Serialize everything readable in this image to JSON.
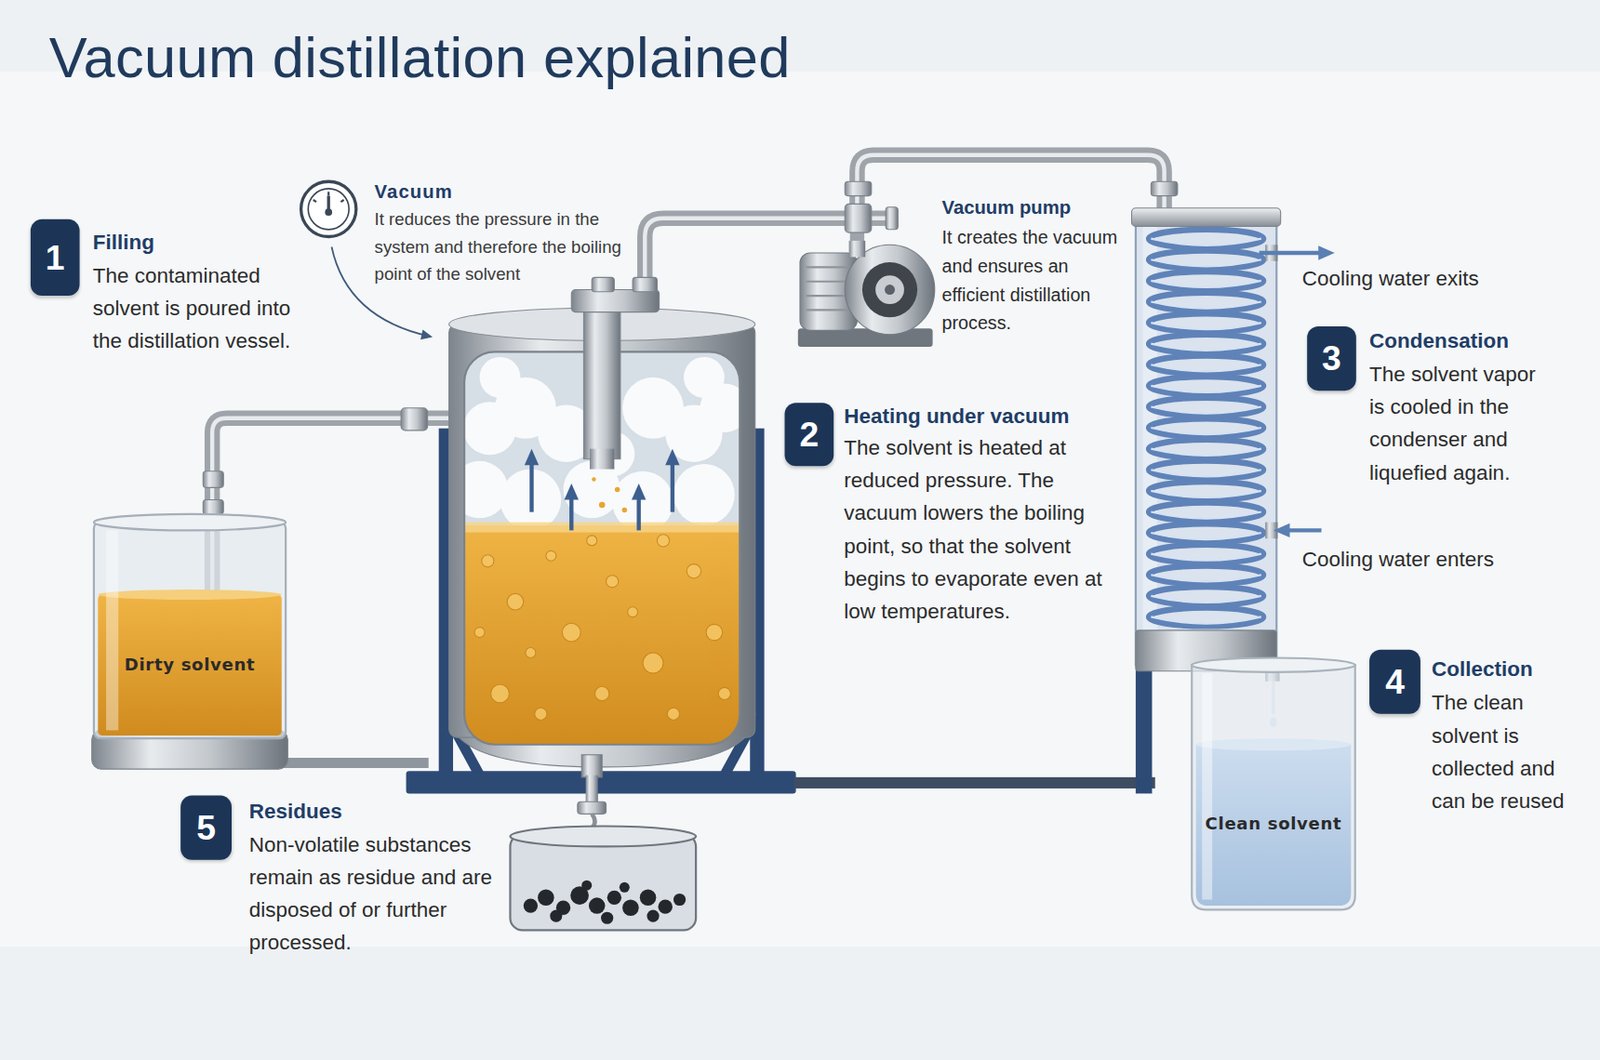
{
  "diagram": {
    "title": "Vacuum distillation explained",
    "nodes": [
      {
        "text": [
          "1"
        ]
      },
      {
        "text": [
          "2"
        ]
      },
      {
        "text": [
          "3"
        ]
      },
      {
        "text": [
          "4"
        ]
      },
      {
        "text": [
          "5"
        ]
      },
      {
        "text": [
          "Dirty solvent"
        ]
      },
      {
        "text": [
          "Clean solvent"
        ]
      }
    ],
    "labels": [
      "Filling",
      "The contaminated solvent is poured into the distillation vessel.",
      "Vacuum",
      "It reduces the pressure in the system and therefore the boiling point of the solvent",
      "Vacuum pump",
      "It creates the vacuum and ensures an efficient distillation process.",
      "Heating under vacuum",
      "The solvent is heated at reduced pressure. The vacuum lowers the boiling point, so that the solvent begins to evaporate even at low temperatures.",
      "Condensation",
      "The solvent vapor is cooled in the condenser and liquefied again.",
      "Cooling water exits",
      "Cooling water enters",
      "Collection",
      "The clean solvent is collected and can be reused",
      "Residues",
      "Non-volatile substances remain as residue and are disposed of or further processed."
    ]
  }
}
